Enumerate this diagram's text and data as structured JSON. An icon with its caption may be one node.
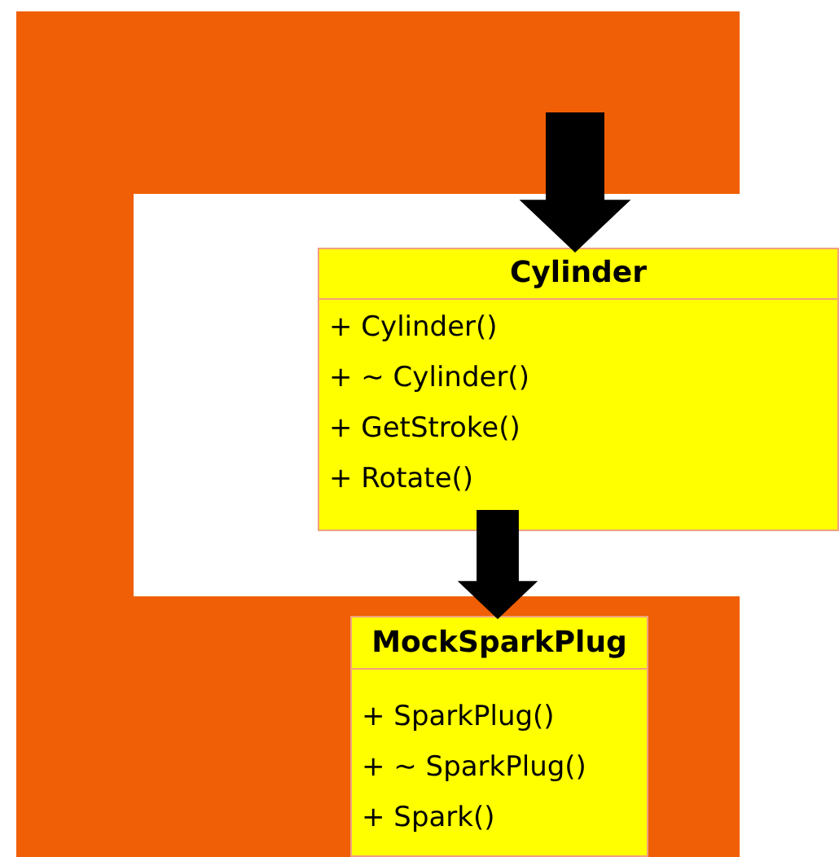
{
  "diagram": {
    "nodes": [
      {
        "text": [
          "Cylinder",
          "+ Cylinder()",
          "+ ~ Cylinder()",
          "+ GetStroke()",
          "+ Rotate()"
        ]
      },
      {
        "text": [
          "MockSparkPlug",
          "+ SparkPlug()",
          "+ ~ SparkPlug()",
          "+ Spark()"
        ]
      }
    ],
    "edges": [
      {
        "from": null,
        "to": 0,
        "arrow": "to",
        "style": "thick"
      },
      {
        "from": 0,
        "to": 1,
        "arrow": "to",
        "style": "thick"
      }
    ]
  }
}
